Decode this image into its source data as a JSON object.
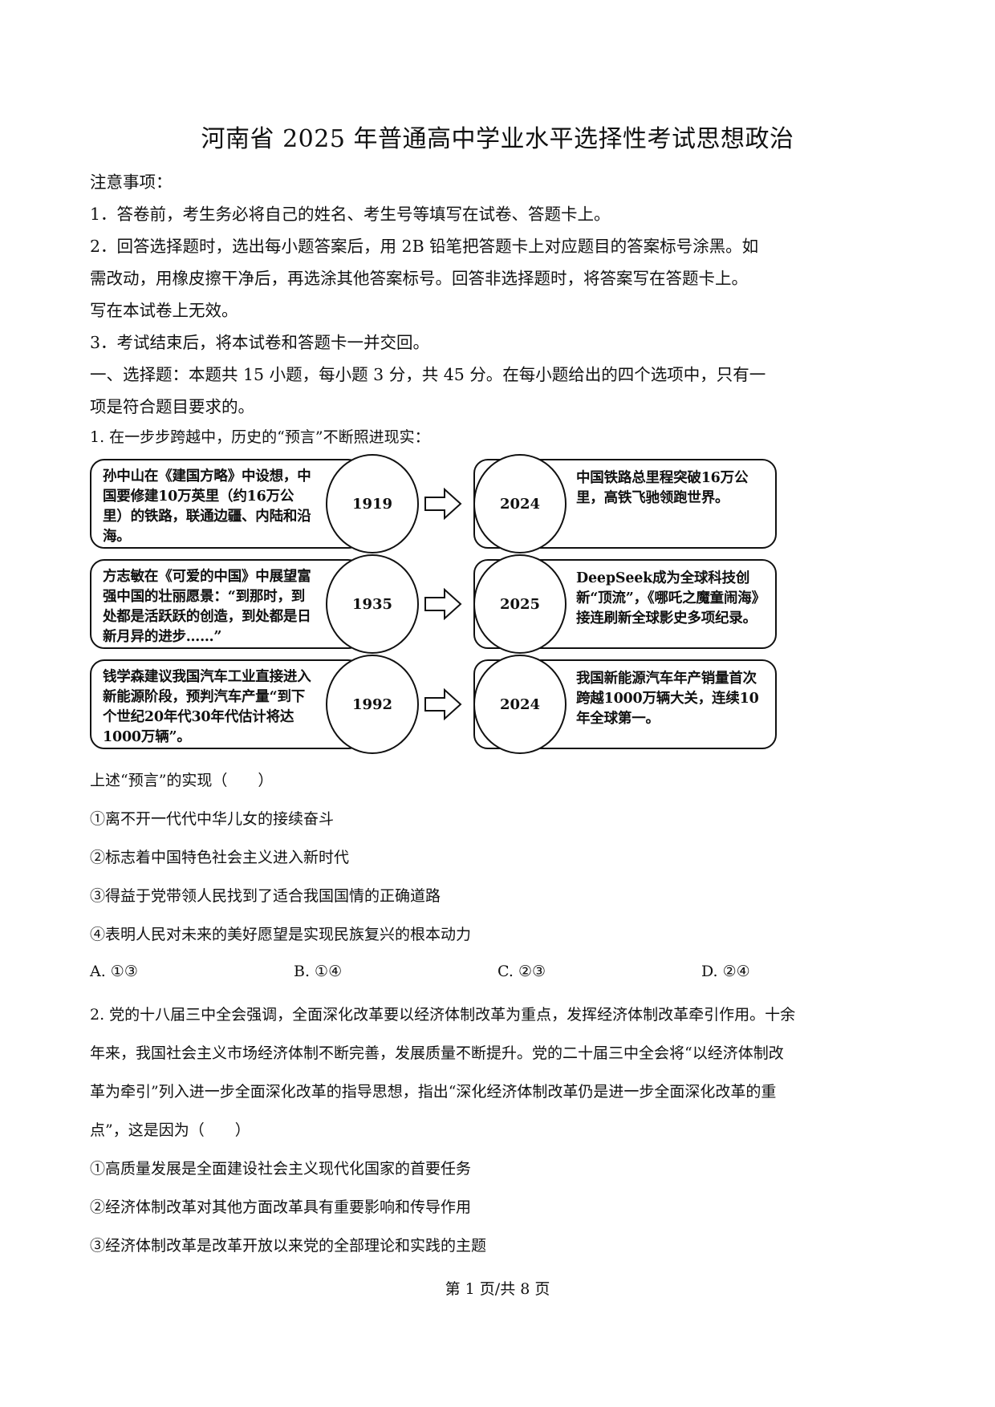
{
  "title": "河南省 2025 年普通高中学业水平选择性考试思想政治",
  "notice": {
    "heading": "注意事项：",
    "items": [
      "1．答卷前，考生务必将自己的姓名、考生号等填写在试卷、答题卡上。",
      "2．回答选择题时，选出每小题答案后，用 2B 铅笔把答题卡上对应题目的答案标号涂黑。如",
      "需改动，用橡皮擦干净后，再选涂其他答案标号。回答非选择题时，将答案写在答题卡上。",
      "写在本试卷上无效。",
      "3．考试结束后，将本试卷和答题卡一并交回。"
    ]
  },
  "section": {
    "line1": "一、选择题：本题共 15 小题，每小题 3 分，共 45 分。在每小题给出的四个选项中，只有一",
    "line2": "项是符合题目要求的。"
  },
  "q1": {
    "stem": "1. 在一步步跨越中，历史的“预言”不断照进现实：",
    "diagram": [
      {
        "left_text": "孙中山在《建国方略》中设想，中国要修建10万英里（约16万公里）的铁路，联通边疆、内陆和沿海。",
        "left_year": "1919",
        "right_year": "2024",
        "right_text": "中国铁路总里程突破16万公里，高铁飞驰领跑世界。"
      },
      {
        "left_text": "方志敏在《可爱的中国》中展望富强中国的壮丽愿景：“到那时，到处都是活跃跃的创造，到处都是日新月异的进步……”",
        "left_year": "1935",
        "right_year": "2025",
        "right_text": "DeepSeek成为全球科技创新“顶流”，《哪吒之魔童闹海》接连刷新全球影史多项纪录。"
      },
      {
        "left_text": "钱学森建议我国汽车工业直接进入新能源阶段，预判汽车产量“到下个世纪20年代30年代估计将达1000万辆”。",
        "left_year": "1992",
        "right_year": "2024",
        "right_text": "我国新能源汽车年产销量首次跨越1000万辆大关，连续10年全球第一。"
      }
    ],
    "question": "上述“预言”的实现（　　）",
    "statements": [
      "①离不开一代代中华儿女的接续奋斗",
      "②标志着中国特色社会主义进入新时代",
      "③得益于党带领人民找到了适合我国国情的正确道路",
      "④表明人民对未来的美好愿望是实现民族复兴的根本动力"
    ],
    "options": [
      "A. ①③",
      "B. ①④",
      "C. ②③",
      "D. ②④"
    ]
  },
  "q2": {
    "lines": [
      "2. 党的十八届三中全会强调，全面深化改革要以经济体制改革为重点，发挥经济体制改革牵引作用。十余",
      "年来，我国社会主义市场经济体制不断完善，发展质量不断提升。党的二十届三中全会将“以经济体制改",
      "革为牵引”列入进一步全面深化改革的指导思想，指出“深化经济体制改革仍是进一步全面深化改革的重",
      "点”，这是因为（　　）"
    ],
    "statements": [
      "①高质量发展是全面建设社会主义现代化国家的首要任务",
      "②经济体制改革对其他方面改革具有重要影响和传导作用",
      "③经济体制改革是改革开放以来党的全部理论和实践的主题"
    ]
  },
  "footer": "第 1 页/共 8 页"
}
